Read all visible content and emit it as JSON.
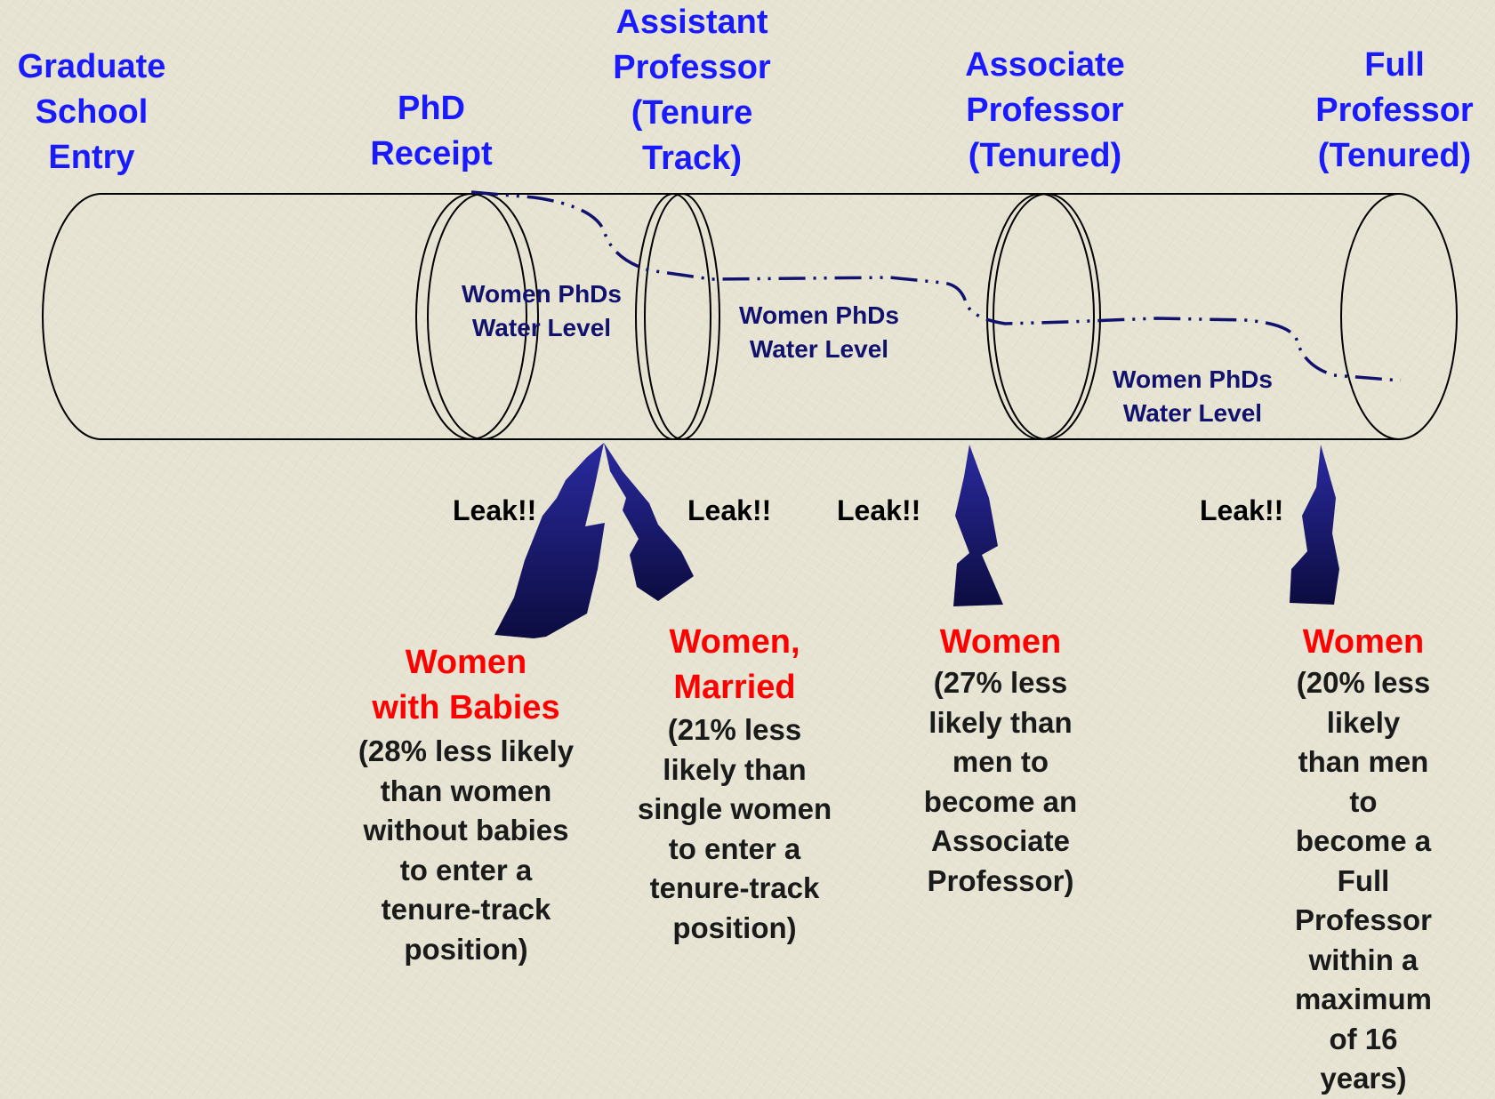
{
  "stages": [
    {
      "id": "graduate-school-entry",
      "label": "Graduate\nSchool\nEntry"
    },
    {
      "id": "phd-receipt",
      "label": "PhD\nReceipt"
    },
    {
      "id": "assistant-professor",
      "label": "Assistant\nProfessor\n(Tenure\nTrack)"
    },
    {
      "id": "associate-professor",
      "label": "Associate\nProfessor\n(Tenured)"
    },
    {
      "id": "full-professor",
      "label": "Full\nProfessor\n(Tenured)"
    }
  ],
  "water_level_labels": [
    {
      "line1": "Women PhDs",
      "line2": "Water Level"
    },
    {
      "line1": "Women PhDs",
      "line2": "Water Level"
    },
    {
      "line1": "Women PhDs",
      "line2": "Water Level"
    }
  ],
  "leaks": [
    "Leak!!",
    "Leak!!",
    "Leak!!",
    "Leak!!"
  ],
  "notes": [
    {
      "title": "Women\nwith Babies",
      "body": "(28% less likely\nthan women\nwithout babies\nto enter a\ntenure-track\nposition)"
    },
    {
      "title": "Women,\nMarried",
      "body": "(21% less\nlikely than\nsingle women\nto enter a\ntenure-track\nposition)"
    },
    {
      "title": "Women",
      "body": "(27% less\nlikely than\nmen to\nbecome an\nAssociate\nProfessor)"
    },
    {
      "title": "Women",
      "body": "(20% less likely\nthan men to\nbecome a Full\nProfessor\nwithin a\nmaximum of 16\nyears)"
    }
  ],
  "colors": {
    "stage_label": "#1a1aff",
    "note_title": "#ff0000",
    "note_body": "#1a1a1a",
    "water_level": "#11116e",
    "bolt_dark": "#10104a",
    "bolt_light": "#2a2aa0",
    "pipe_outline": "#000000"
  }
}
